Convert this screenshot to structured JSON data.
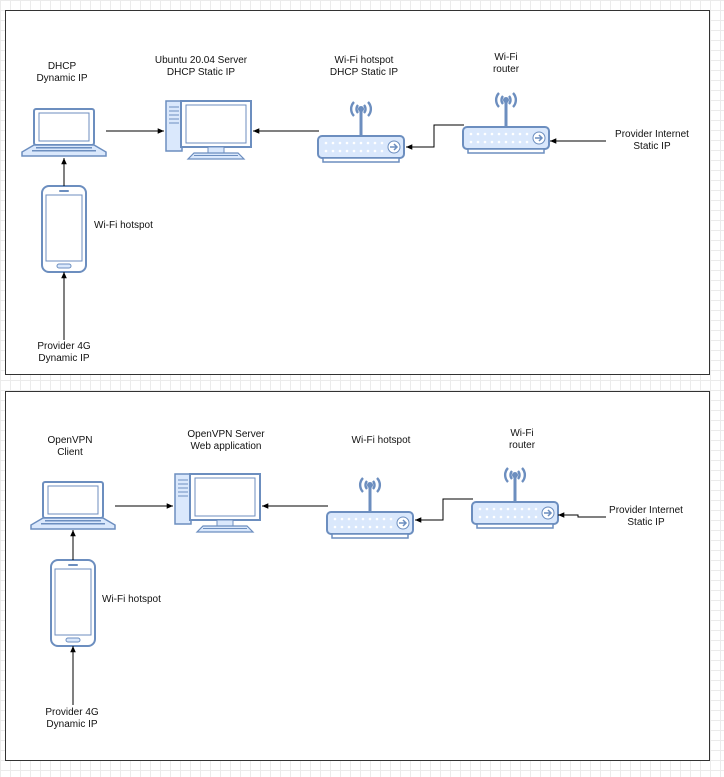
{
  "diagram_top": {
    "laptop_label": [
      "DHCP",
      "Dynamic IP"
    ],
    "server_label": [
      "Ubuntu 20.04 Server",
      "DHCP Static IP"
    ],
    "hotspot_router_label": [
      "Wi-Fi hotspot",
      "DHCP Static IP"
    ],
    "wifi_router_label": [
      "Wi-Fi",
      "router"
    ],
    "provider_internet_label": [
      "Provider Internet",
      "Static IP"
    ],
    "phone_label": "Wi-Fi hotspot",
    "provider_4g_label": [
      "Provider 4G",
      "Dynamic IP"
    ]
  },
  "diagram_bottom": {
    "laptop_label": [
      "OpenVPN",
      "Client"
    ],
    "server_label": [
      "OpenVPN Server",
      "Web application"
    ],
    "hotspot_router_label": "Wi-Fi hotspot",
    "wifi_router_label": [
      "Wi-Fi",
      "router"
    ],
    "provider_internet_label": [
      "Provider Internet",
      "Static IP"
    ],
    "phone_label": "Wi-Fi hotspot",
    "provider_4g_label": [
      "Provider 4G",
      "Dynamic IP"
    ]
  },
  "colors": {
    "device_stroke": "#6c8ebf",
    "device_fill": "#ffffff",
    "device_fill_alt": "#dae8fc",
    "connector": "#000000"
  }
}
